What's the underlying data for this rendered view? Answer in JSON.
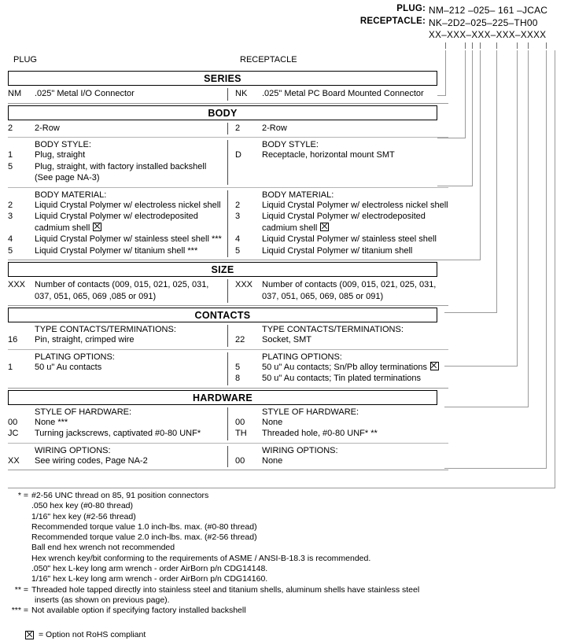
{
  "part_numbers": {
    "plug": {
      "label": "PLUG:",
      "value": "NM–212 –025– 161 –JCAC"
    },
    "receptacle": {
      "label": "RECEPTACLE:",
      "value": "NK–2D2–025–225–TH00"
    },
    "pattern": {
      "value": "XX–XXX–XXX–XXX–XXXX"
    }
  },
  "columns": {
    "left": "PLUG",
    "right": "RECEPTACLE"
  },
  "sections": [
    {
      "title": "SERIES",
      "groups": [
        {
          "left": {
            "title": "",
            "options": [
              {
                "code": "NM",
                "desc": ".025\" Metal I/O Connector"
              }
            ]
          },
          "right": {
            "title": "",
            "options": [
              {
                "code": "NK",
                "desc": ".025\" Metal PC Board Mounted Connector"
              }
            ]
          }
        }
      ]
    },
    {
      "title": "BODY",
      "groups": [
        {
          "left": {
            "title": "",
            "options": [
              {
                "code": "2",
                "desc": "2-Row"
              }
            ]
          },
          "right": {
            "title": "",
            "options": [
              {
                "code": "2",
                "desc": "2-Row"
              }
            ]
          }
        },
        {
          "left": {
            "title": "BODY STYLE:",
            "options": [
              {
                "code": "1",
                "desc": "Plug, straight"
              },
              {
                "code": "5",
                "desc": "Plug, straight, with factory installed backshell",
                "cont": "(See page NA-3)"
              }
            ]
          },
          "right": {
            "title": "BODY STYLE:",
            "options": [
              {
                "code": "D",
                "desc": "Receptacle, horizontal mount SMT"
              }
            ]
          }
        },
        {
          "left": {
            "title": "BODY MATERIAL:",
            "options": [
              {
                "code": "2",
                "desc": "Liquid Crystal Polymer w/ electroless nickel shell"
              },
              {
                "code": "3",
                "desc": "Liquid Crystal Polymer w/ electrodeposited",
                "cont": "cadmium shell",
                "cont_rohs": true
              },
              {
                "code": "4",
                "desc": "Liquid Crystal Polymer w/ stainless steel shell ***"
              },
              {
                "code": "5",
                "desc": "Liquid Crystal Polymer w/ titanium shell ***"
              }
            ]
          },
          "right": {
            "title": "BODY MATERIAL:",
            "options": [
              {
                "code": "2",
                "desc": "Liquid Crystal Polymer w/ electroless nickel shell"
              },
              {
                "code": "3",
                "desc": "Liquid Crystal Polymer w/ electrodeposited",
                "cont": "cadmium shell",
                "cont_rohs": true
              },
              {
                "code": "4",
                "desc": "Liquid Crystal Polymer w/ stainless steel shell"
              },
              {
                "code": "5",
                "desc": "Liquid Crystal Polymer w/ titanium shell"
              }
            ]
          }
        }
      ]
    },
    {
      "title": "SIZE",
      "groups": [
        {
          "left": {
            "title": "",
            "options": [
              {
                "code": "XXX",
                "desc": "Number of contacts (009, 015, 021, 025, 031,",
                "cont": "037, 051, 065, 069 ,085 or 091)"
              }
            ]
          },
          "right": {
            "title": "",
            "options": [
              {
                "code": "XXX",
                "desc": "Number of contacts (009, 015, 021, 025, 031,",
                "cont": "037, 051, 065, 069, 085 or 091)"
              }
            ]
          }
        }
      ]
    },
    {
      "title": "CONTACTS",
      "groups": [
        {
          "left": {
            "title": "TYPE CONTACTS/TERMINATIONS:",
            "options": [
              {
                "code": "16",
                "desc": "Pin, straight, crimped wire"
              }
            ]
          },
          "right": {
            "title": "TYPE CONTACTS/TERMINATIONS:",
            "options": [
              {
                "code": "22",
                "desc": "Socket, SMT"
              }
            ]
          }
        },
        {
          "left": {
            "title": "PLATING OPTIONS:",
            "options": [
              {
                "code": "1",
                "desc": "50 u\" Au contacts"
              }
            ]
          },
          "right": {
            "title": "PLATING OPTIONS:",
            "options": [
              {
                "code": "5",
                "desc": "50 u\" Au contacts; Sn/Pb alloy terminations",
                "rohs": true
              },
              {
                "code": "8",
                "desc": "50 u\" Au contacts; Tin plated terminations"
              }
            ]
          }
        }
      ]
    },
    {
      "title": "HARDWARE",
      "groups": [
        {
          "left": {
            "title": "STYLE OF HARDWARE:",
            "options": [
              {
                "code": "00",
                "desc": "None  ***"
              },
              {
                "code": "JC",
                "desc": "Turning jackscrews, captivated #0-80 UNF*"
              }
            ]
          },
          "right": {
            "title": "STYLE OF HARDWARE:",
            "options": [
              {
                "code": "00",
                "desc": "None"
              },
              {
                "code": "TH",
                "desc": "Threaded hole, #0-80 UNF*  **"
              }
            ]
          }
        },
        {
          "left": {
            "title": "WIRING OPTIONS:",
            "options": [
              {
                "code": "XX",
                "desc": "See wiring codes, Page NA-2"
              }
            ]
          },
          "right": {
            "title": "WIRING OPTIONS:",
            "options": [
              {
                "code": "00",
                "desc": "None"
              }
            ]
          }
        }
      ]
    }
  ],
  "footnotes": [
    {
      "marker": "* =",
      "lines": [
        "#2-56 UNC thread on 85, 91 position connectors"
      ],
      "sub": [
        ".050 hex key (#0-80 thread)",
        "1/16\" hex key (#2-56 thread)",
        "Recommended torque value 1.0 inch-lbs. max. (#0-80 thread)",
        "Recommended torque value 2.0 inch-lbs. max. (#2-56 thread)",
        "Ball end hex wrench not recommended",
        "Hex wrench key/bit conforming to the requirements of ASME / ANSI-B-18.3 is recommended.",
        ".050\" hex L-key long arm wrench - order AirBorn p/n CDG14148.",
        "1/16\" hex L-key long arm wrench - order AirBorn p/n CDG14160."
      ]
    },
    {
      "marker": "** =",
      "lines": [
        "Threaded hole tapped directly into stainless steel and titanium shells, aluminum shells have stainless steel",
        "inserts (as shown on previous page)."
      ],
      "sub": []
    },
    {
      "marker": "*** =",
      "lines": [
        "Not available option if specifying factory installed backshell"
      ],
      "sub": []
    }
  ],
  "rohs_note": "= Option not RoHS compliant"
}
